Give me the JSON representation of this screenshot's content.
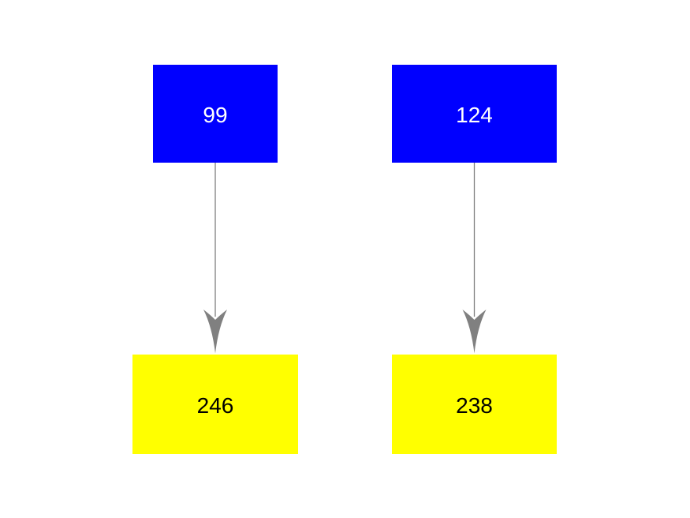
{
  "diagram": {
    "background": "#ffffff",
    "arrow_color": "#808080",
    "nodes": [
      {
        "id": "top-left",
        "value": "99",
        "fill": "#0000ff",
        "text_color": "#ffffff"
      },
      {
        "id": "top-right",
        "value": "124",
        "fill": "#0000ff",
        "text_color": "#ffffff"
      },
      {
        "id": "bottom-left",
        "value": "246",
        "fill": "#ffff00",
        "text_color": "#000000"
      },
      {
        "id": "bottom-right",
        "value": "238",
        "fill": "#ffff00",
        "text_color": "#000000"
      }
    ],
    "edges": [
      {
        "from": "99",
        "to": "246"
      },
      {
        "from": "124",
        "to": "238"
      }
    ]
  }
}
